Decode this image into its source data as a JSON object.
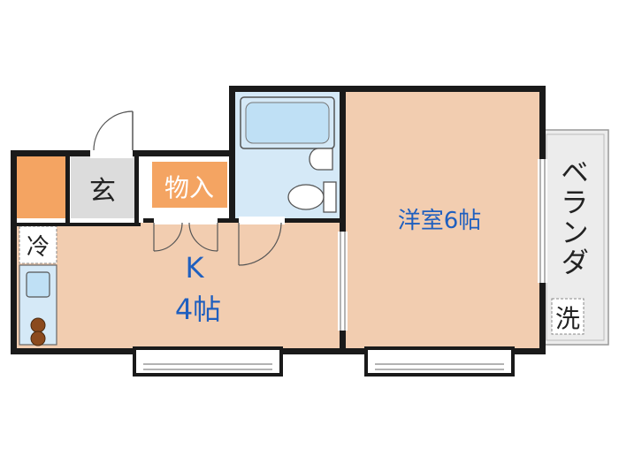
{
  "rooms": {
    "western_room": {
      "label": "洋室6帖"
    },
    "kitchen": {
      "label_line1": "K",
      "label_line2": "4帖"
    },
    "storage": {
      "label": "物入"
    },
    "entrance": {
      "label": "玄"
    },
    "fridge": {
      "label": "冷"
    },
    "balcony": {
      "label": "ベランダ"
    },
    "washer": {
      "label": "洗"
    }
  },
  "colors": {
    "wall": "#1a1a1a",
    "room_floor": "#f2cdb0",
    "wet_area": "#d5e9f7",
    "storage_floor": "#f4a462",
    "entrance_floor": "#dcdcdc",
    "balcony_floor": "#ececec",
    "text_blue": "#1f5fbf",
    "text_orange_bg": "#f4a462",
    "window": "#9a9a9a"
  }
}
